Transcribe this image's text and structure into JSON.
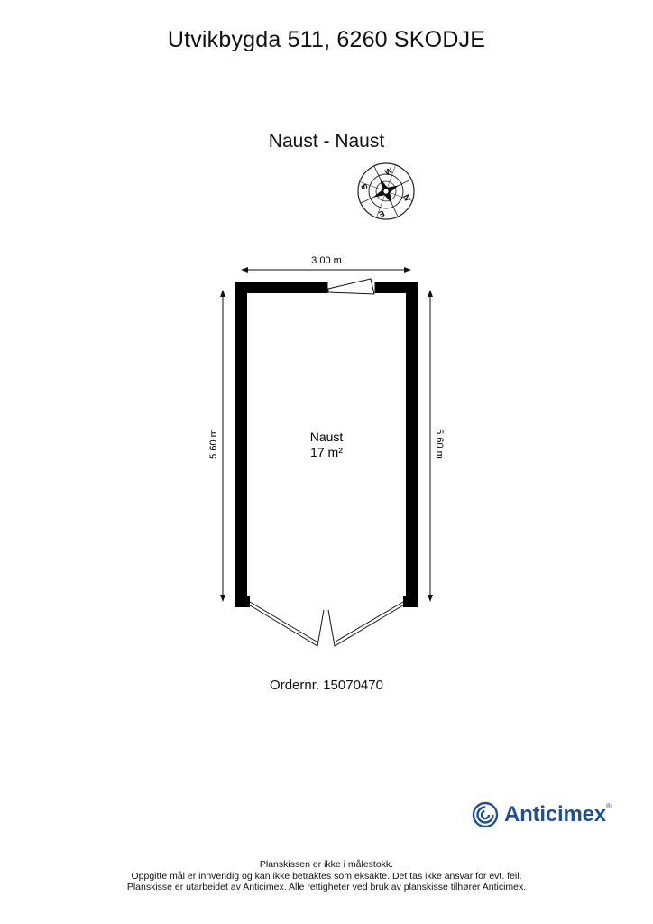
{
  "header": {
    "address": "Utvikbygda 511, 6260 SKODJE",
    "plan_title": "Naust - Naust"
  },
  "compass": {
    "letters": [
      "W",
      "N",
      "E",
      "S"
    ],
    "icon": "compass-rose-icon"
  },
  "floorplan": {
    "dimension_top": "3.00 m",
    "dimension_left": "5.60 m",
    "dimension_right": "5.60 m",
    "room_name": "Naust",
    "room_area": "17 m²"
  },
  "order_number": "Ordernr. 15070470",
  "brand": {
    "name": "Anticimex",
    "registered": "®",
    "color": "#1f4f96"
  },
  "disclaimer": {
    "line1": "Planskissen er ikke i målestokk.",
    "line2": "Oppgitte mål er innvendig og kan ikke betraktes som eksakte. Det tas ikke ansvar for evt. feil.",
    "line3": "Planskisse er utarbeidet av Anticimex. Alle rettigheter ved bruk av planskisse tilhører Anticimex."
  }
}
